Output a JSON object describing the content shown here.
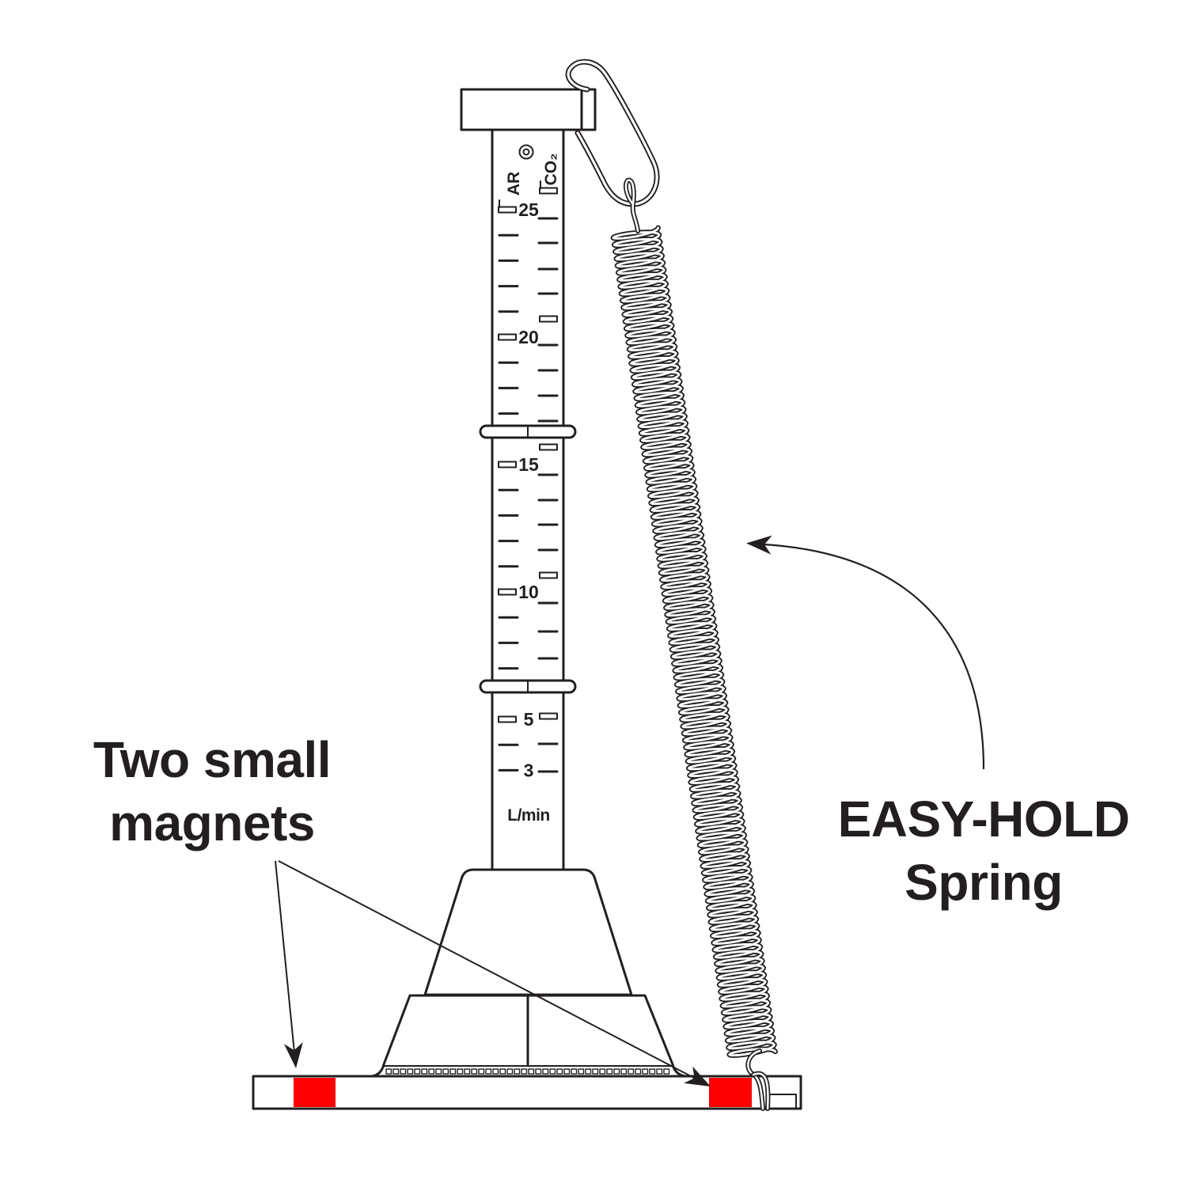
{
  "callouts": {
    "magnets": {
      "line1": "Two small",
      "line2": "magnets"
    },
    "spring": {
      "line1": "EASY-HOLD",
      "line2": "Spring"
    }
  },
  "flowmeter": {
    "left_scale_gas": "AR",
    "right_scale_gas": "CO₂",
    "scale_values": [
      "25",
      "20",
      "15",
      "10",
      "5",
      "3"
    ],
    "unit": "L/min",
    "logo_icon": "circle-dot-icon"
  },
  "colors": {
    "ink": "#231f20",
    "magnet": "#ff0000",
    "background": "#ffffff"
  }
}
